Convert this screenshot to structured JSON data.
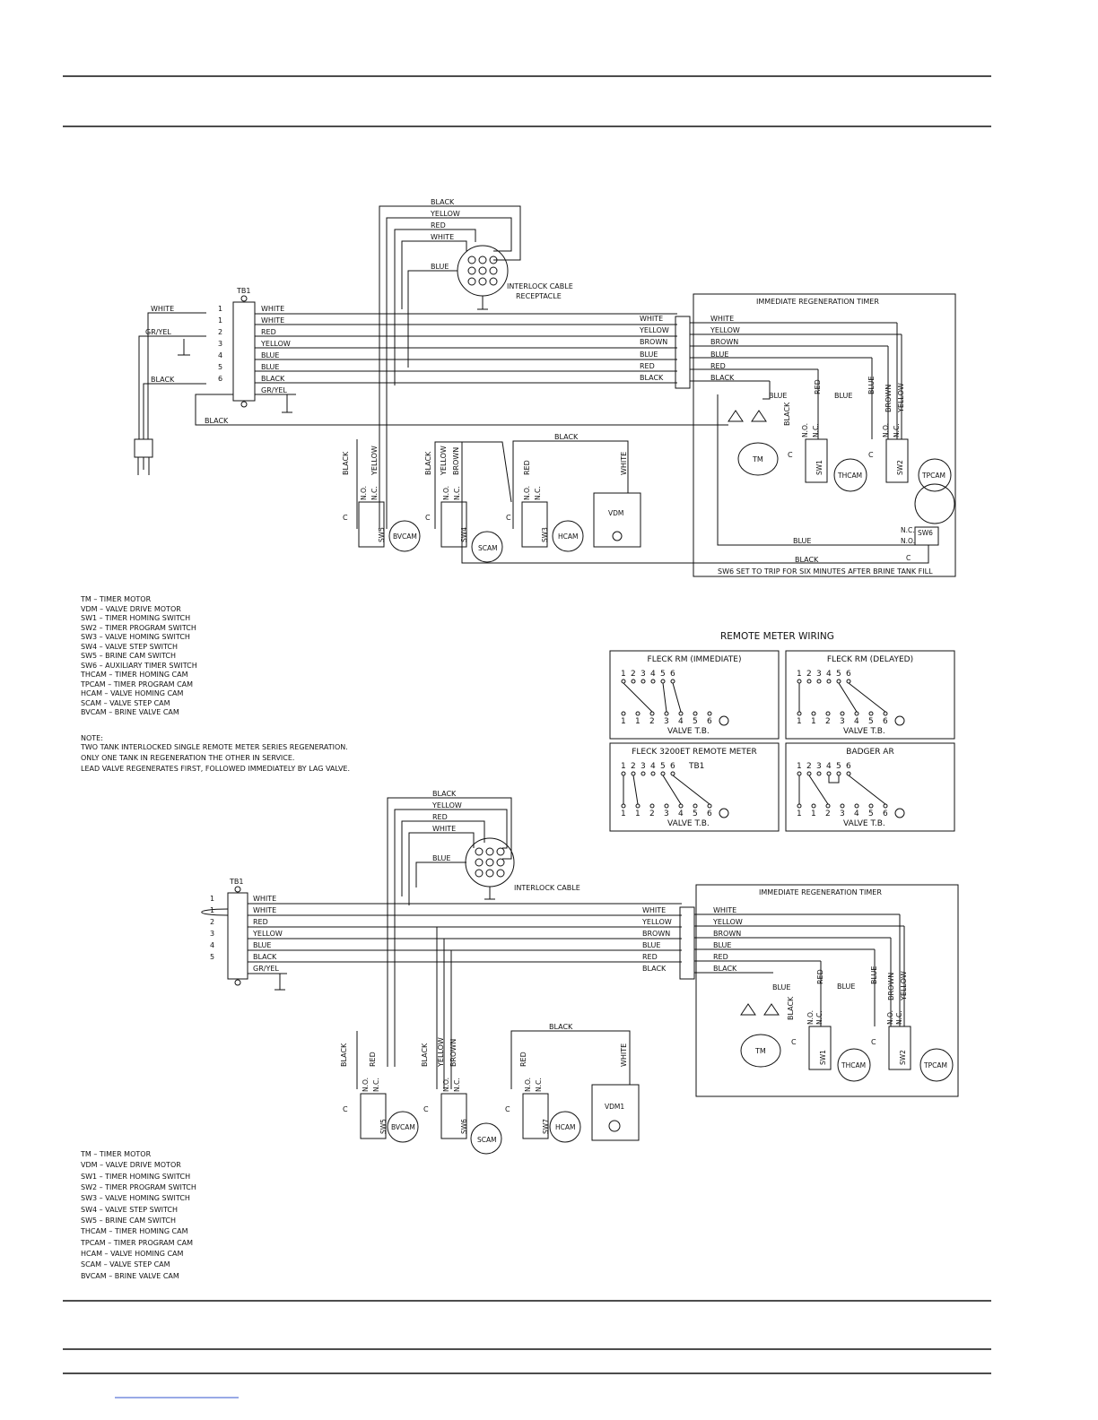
{
  "colors": {
    "ink": "#111111",
    "paper": "#ffffff"
  },
  "wires": {
    "black": "BLACK",
    "yellow": "YELLOW",
    "red": "RED",
    "white": "WHITE",
    "blue": "BLUE",
    "brown": "BROWN",
    "gryel": "GR/YEL"
  },
  "labels": {
    "tb1": "TB1",
    "interlock1": "INTERLOCK CABLE",
    "interlock1b": "RECEPTACLE",
    "interlock2": "INTERLOCK CABLE",
    "timer": "IMMEDIATE REGENERATION TIMER",
    "sw6note": "SW6 SET TO TRIP FOR SIX MINUTES AFTER BRINE TANK FILL",
    "remote_title": "REMOTE METER WIRING",
    "valve_tb": "VALVE T.B.",
    "tb1_small": "TB1"
  },
  "terminals1": [
    "1",
    "1",
    "2",
    "3",
    "4",
    "5",
    "6"
  ],
  "terminals2": [
    "1",
    "1",
    "2",
    "3",
    "4",
    "5"
  ],
  "contacts": {
    "no": "N.O.",
    "nc": "N.C.",
    "c": "C"
  },
  "components1": {
    "tm": "TM",
    "thcam": "THCAM",
    "tpcam": "TPCAM",
    "bvcam": "BVCAM",
    "scam": "SCAM",
    "hcam": "HCAM",
    "vdm": "VDM",
    "sw1": "SW1",
    "sw2": "SW2",
    "sw3": "SW3",
    "sw4": "SW4",
    "sw5": "SW5",
    "sw6": "SW6"
  },
  "components2": {
    "tm": "TM",
    "thcam": "THCAM",
    "tpcam": "TPCAM",
    "bvcam": "BVCAM",
    "scam": "SCAM",
    "hcam": "HCAM",
    "vdm": "VDM1",
    "sw1": "SW1",
    "sw2": "SW2",
    "sw5": "SW5",
    "sw6": "SW6",
    "sw7": "SW7"
  },
  "remote_boxes": [
    {
      "title": "FLECK RM (IMMEDIATE)",
      "top_terms": [
        "1",
        "2",
        "3",
        "4",
        "5",
        "6"
      ]
    },
    {
      "title": "FLECK RM (DELAYED)",
      "top_terms": [
        "1",
        "2",
        "3",
        "4",
        "5",
        "6"
      ]
    },
    {
      "title": "FLECK 3200ET REMOTE METER",
      "top_terms": [
        "1",
        "2",
        "3",
        "4",
        "5",
        "6"
      ]
    },
    {
      "title": "BADGER AR",
      "top_terms": [
        "1",
        "2",
        "3",
        "4",
        "5",
        "6"
      ]
    }
  ],
  "bottom_terms": [
    "1",
    "1",
    "2",
    "3",
    "4",
    "5",
    "6"
  ],
  "legend1": [
    "TM – TIMER MOTOR",
    "VDM – VALVE DRIVE MOTOR",
    "SW1 – TIMER HOMING SWITCH",
    "SW2 – TIMER PROGRAM SWITCH",
    "SW3 – VALVE HOMING SWITCH",
    "SW4 – VALVE STEP SWITCH",
    "SW5 – BRINE CAM SWITCH",
    "SW6 – AUXILIARY TIMER SWITCH",
    "THCAM – TIMER HOMING CAM",
    "TPCAM – TIMER PROGRAM CAM",
    "HCAM – VALVE HOMING CAM",
    "SCAM – VALVE STEP CAM",
    "BVCAM – BRINE VALVE CAM"
  ],
  "note": [
    "NOTE:",
    "TWO TANK INTERLOCKED SINGLE REMOTE METER SERIES REGENERATION.",
    "ONLY ONE TANK IN REGENERATION THE OTHER IN SERVICE.",
    "LEAD VALVE REGENERATES FIRST, FOLLOWED IMMEDIATELY BY LAG VALVE."
  ],
  "legend2": [
    "TM – TIMER MOTOR",
    "VDM – VALVE DRIVE MOTOR",
    "SW1 – TIMER HOMING SWITCH",
    "SW2 – TIMER PROGRAM SWITCH",
    "SW3 – VALVE HOMING SWITCH",
    "SW4 – VALVE STEP SWITCH",
    "SW5 – BRINE CAM SWITCH",
    "THCAM – TIMER HOMING CAM",
    "TPCAM – TIMER PROGRAM CAM",
    "HCAM – VALVE HOMING CAM",
    "SCAM – VALVE STEP CAM",
    "BVCAM – BRINE VALVE CAM"
  ]
}
